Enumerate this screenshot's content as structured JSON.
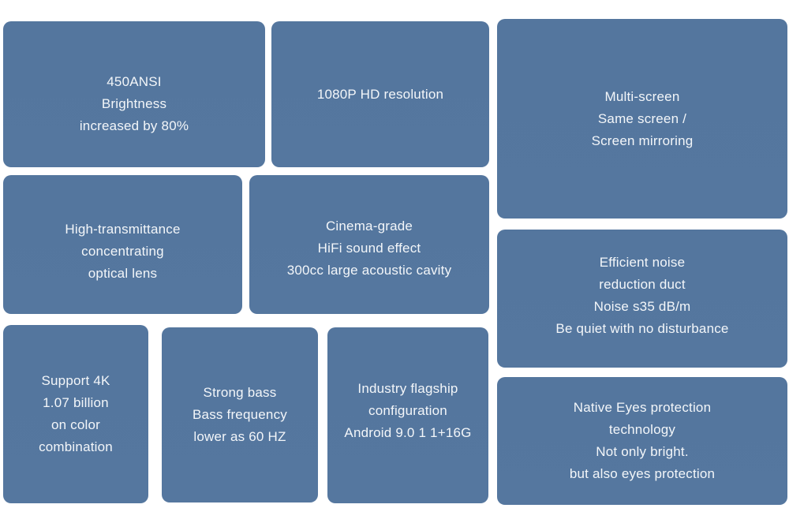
{
  "page": {
    "background": "#ffffff"
  },
  "theme": {
    "card_color": "#54769e",
    "card_color_bottom": "#55779f",
    "text_color": "#f3f6f9"
  },
  "cards": [
    {
      "id": "brightness",
      "lines": [
        "450ANSI",
        "Brightness",
        "increased by 80%"
      ]
    },
    {
      "id": "resolution",
      "lines": [
        "1080P HD resolution"
      ]
    },
    {
      "id": "multiscreen",
      "lines": [
        "Multi-screen",
        "Same screen /",
        "Screen mirroring"
      ]
    },
    {
      "id": "lens",
      "lines": [
        "High-transmittance",
        "concentrating",
        "optical lens"
      ]
    },
    {
      "id": "sound",
      "lines": [
        "Cinema-grade",
        "HiFi sound effect",
        "300cc large acoustic cavity"
      ]
    },
    {
      "id": "noise",
      "lines": [
        "Efficient noise",
        "reduction duct",
        "Noise s35 dB/m",
        "Be quiet with no disturbance"
      ]
    },
    {
      "id": "color4k",
      "lines": [
        "Support 4K",
        "1.07 billion",
        "on color",
        "combination"
      ]
    },
    {
      "id": "bass",
      "lines": [
        "Strong bass",
        "Bass frequency",
        "lower as 60 HZ"
      ]
    },
    {
      "id": "android",
      "lines": [
        "Industry flagship",
        "configuration",
        "Android 9.0 1 1+16G"
      ]
    },
    {
      "id": "eyes",
      "lines": [
        "Native Eyes protection",
        "technology",
        "Not only bright.",
        "but also eyes protection"
      ]
    }
  ]
}
